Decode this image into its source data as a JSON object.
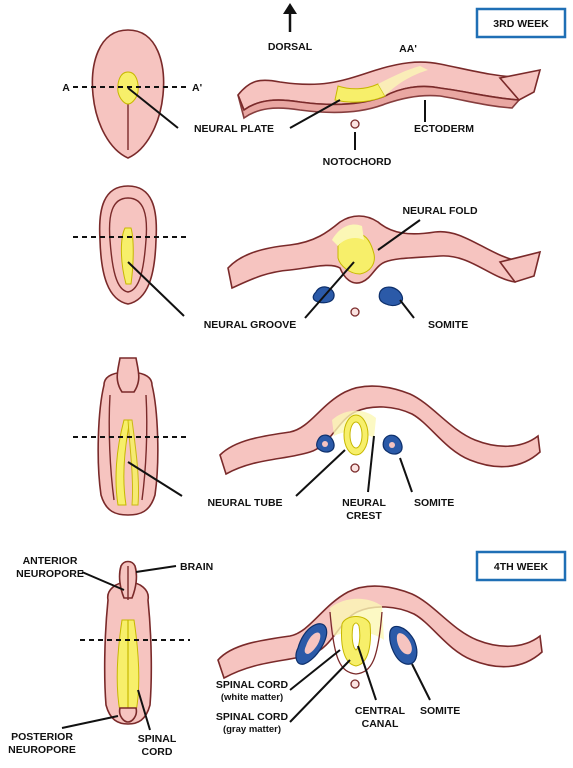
{
  "weeks": {
    "third": "3RD WEEK",
    "fourth": "4TH WEEK"
  },
  "row1": {
    "dorsal": "DORSAL",
    "section": "AA'",
    "a_left": "A",
    "a_right": "A'",
    "neural_plate": "NEURAL PLATE",
    "ectoderm": "ECTODERM",
    "notochord": "NOTOCHORD"
  },
  "row2": {
    "neural_fold": "NEURAL FOLD",
    "neural_groove": "NEURAL GROOVE",
    "somite": "SOMITE"
  },
  "row3": {
    "neural_tube": "NEURAL TUBE",
    "neural_crest_1": "NEURAL",
    "neural_crest_2": "CREST",
    "somite": "SOMITE"
  },
  "row4": {
    "anterior_1": "ANTERIOR",
    "anterior_2": "NEUROPORE",
    "brain": "BRAIN",
    "posterior_1": "POSTERIOR",
    "posterior_2": "NEUROPORE",
    "spinal_1": "SPINAL",
    "spinal_2": "CORD",
    "spinal_white_1": "SPINAL CORD",
    "spinal_white_2": "(white matter)",
    "spinal_gray_1": "SPINAL CORD",
    "spinal_gray_2": "(gray matter)",
    "central_1": "CENTRAL",
    "central_2": "CANAL",
    "somite": "SOMITE"
  },
  "colors": {
    "tissue": "#f6c4c0",
    "outline": "#7a2a2a",
    "neural": "#f7ef6a",
    "somite": "#2b5aa8",
    "box_border": "#1f6fb5"
  }
}
